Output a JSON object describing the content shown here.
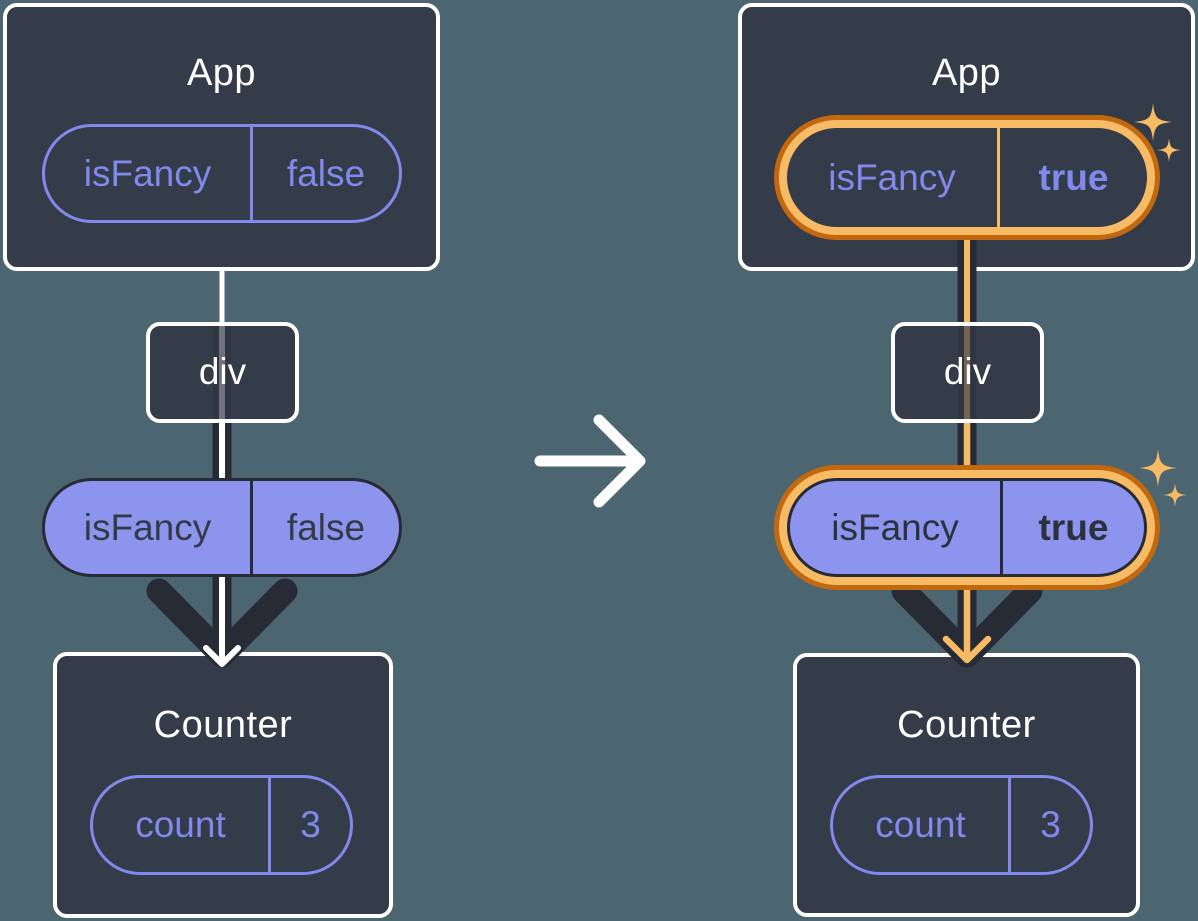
{
  "colors": {
    "background": "#4c6671",
    "node_fill": "#343b49",
    "node_border": "#ffffff",
    "purple_outline": "#8289ec",
    "purple_fill": "#8c94ee",
    "dark_ink": "#262b35",
    "highlight_orange_dark": "#c2690f",
    "highlight_orange_light": "#f6bb64",
    "flow_line_before": "#ffffff",
    "flow_line_after": "#f6bb64"
  },
  "icons": {
    "transition": "arrow-right-icon",
    "highlight": "sparkle-icon"
  },
  "before": {
    "app": {
      "title": "App",
      "prop": {
        "name": "isFancy",
        "value": "false"
      }
    },
    "middle_node": {
      "label": "div"
    },
    "passed_prop": {
      "name": "isFancy",
      "value": "false"
    },
    "counter": {
      "title": "Counter",
      "state": {
        "name": "count",
        "value": "3"
      }
    }
  },
  "after": {
    "app": {
      "title": "App",
      "prop": {
        "name": "isFancy",
        "value": "true"
      }
    },
    "middle_node": {
      "label": "div"
    },
    "passed_prop": {
      "name": "isFancy",
      "value": "true"
    },
    "counter": {
      "title": "Counter",
      "state": {
        "name": "count",
        "value": "3"
      }
    }
  }
}
